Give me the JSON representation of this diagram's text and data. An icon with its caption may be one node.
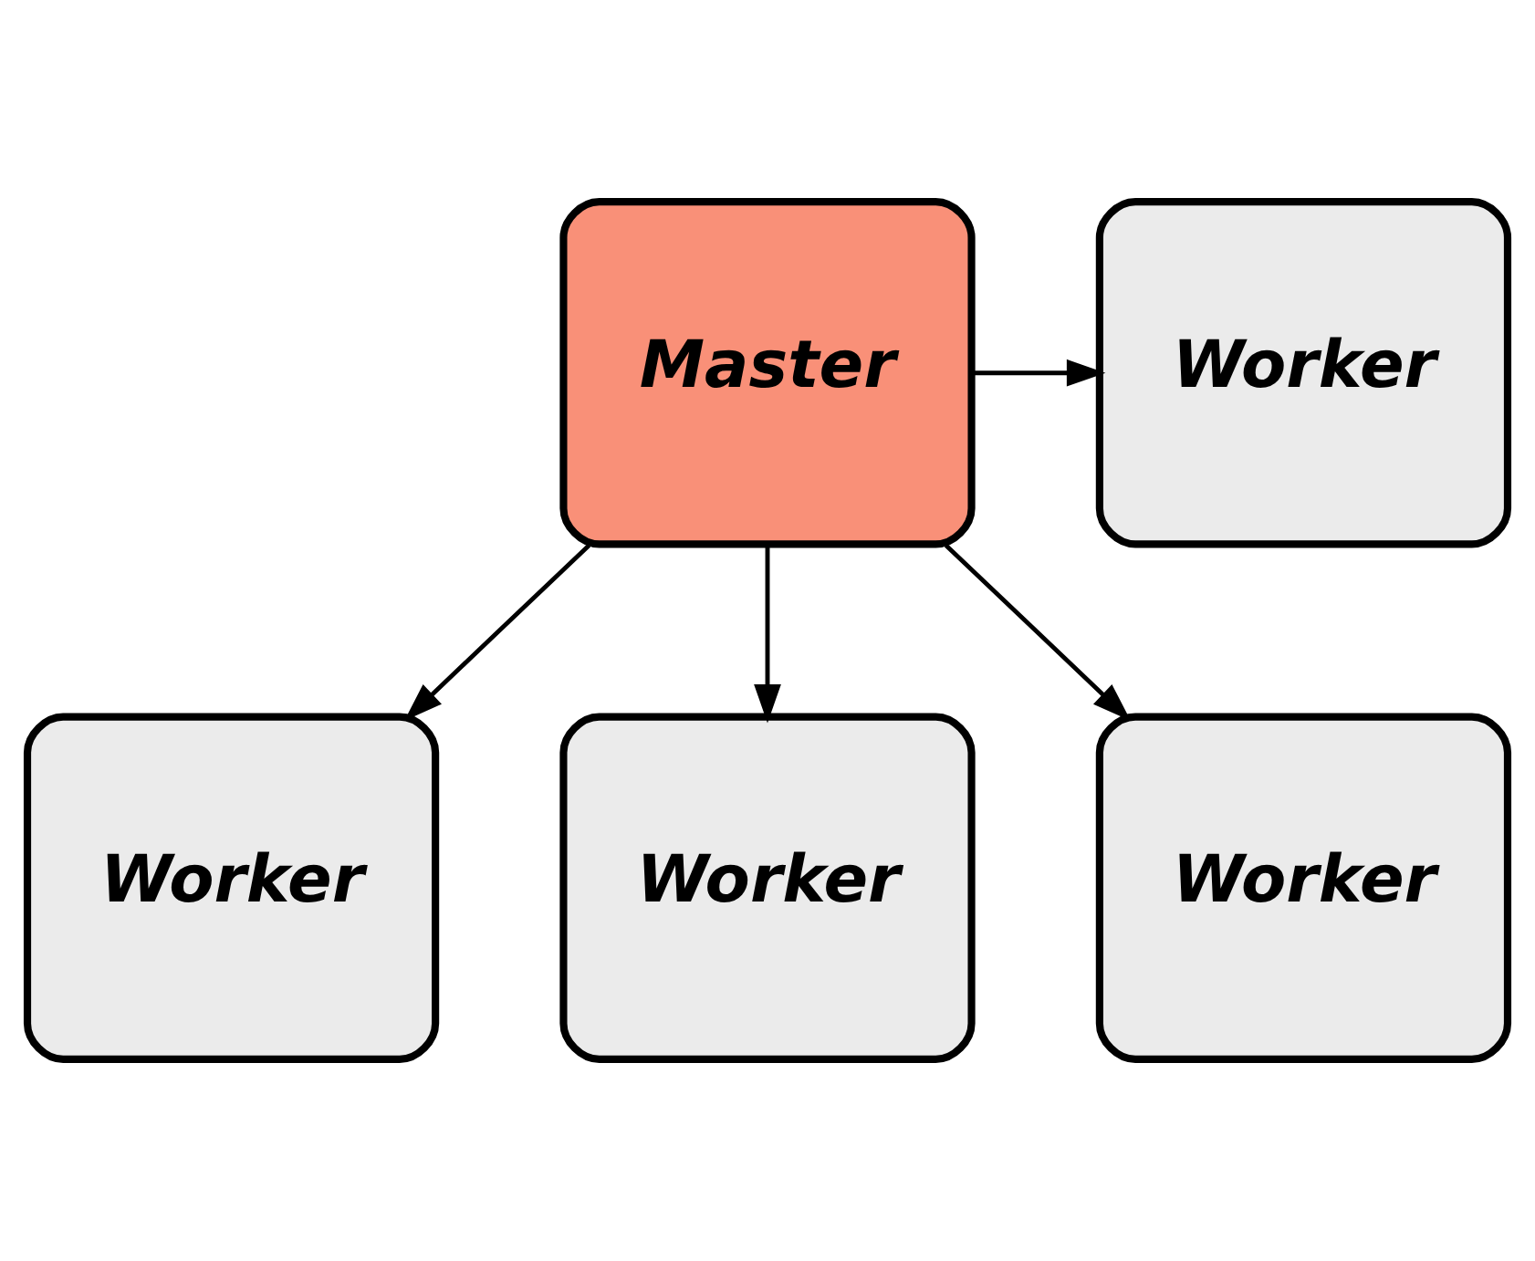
{
  "diagram": {
    "nodes": [
      {
        "text": [
          "Worker"
        ]
      },
      {
        "text": [
          "Master"
        ]
      },
      {
        "text": [
          "Worker"
        ]
      },
      {
        "text": [
          "Worker"
        ]
      },
      {
        "text": [
          "Worker"
        ]
      }
    ],
    "edges": [
      {
        "from": 1,
        "to": 0,
        "arrow": "to"
      },
      {
        "from": 1,
        "to": 2,
        "arrow": "to"
      },
      {
        "from": 1,
        "to": 3,
        "arrow": "to"
      },
      {
        "from": 1,
        "to": 4,
        "arrow": "to"
      }
    ]
  }
}
